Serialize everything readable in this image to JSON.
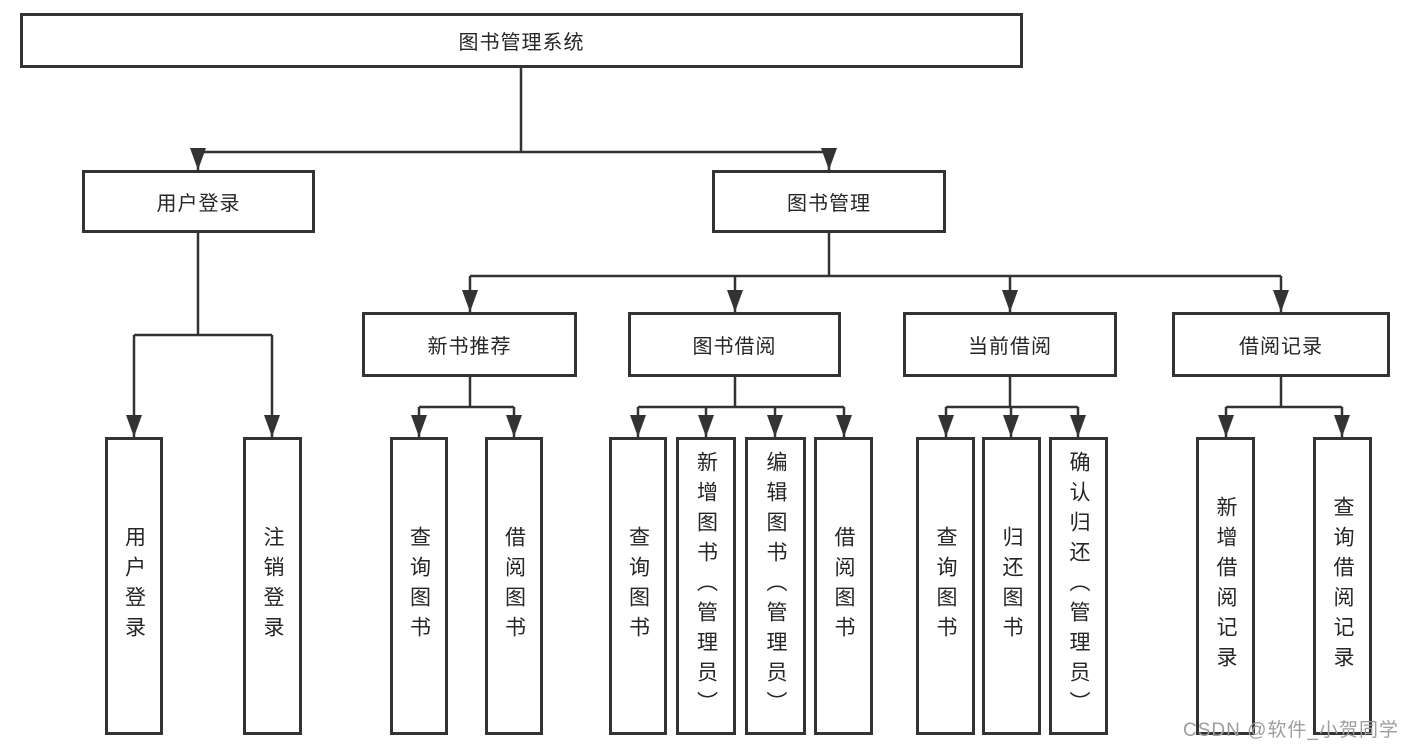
{
  "colors": {
    "line": "#333333",
    "text": "#262626",
    "box_background": "#ffffff",
    "watermark": "#9e9e9e",
    "background": "#ffffff"
  },
  "watermark": {
    "text": "CSDN @软件_小贺同学"
  },
  "tree": {
    "root": {
      "label": "图书管理系统",
      "children": {
        "user_login": {
          "label": "用户登录",
          "children": {
            "login": {
              "label": "用户登录"
            },
            "logout": {
              "label": "注销登录"
            }
          }
        },
        "book_mgmt": {
          "label": "图书管理",
          "children": {
            "new_book_rec": {
              "label": "新书推荐",
              "children": {
                "query_book": {
                  "label": "查询图书"
                },
                "borrow_book": {
                  "label": "借阅图书"
                }
              }
            },
            "book_borrow": {
              "label": "图书借阅",
              "children": {
                "query_book": {
                  "label": "查询图书"
                },
                "add_book": {
                  "label": "新增图书（管理员）"
                },
                "edit_book": {
                  "label": "编辑图书（管理员）"
                },
                "borrow_book": {
                  "label": "借阅图书"
                }
              }
            },
            "current_borrow": {
              "label": "当前借阅",
              "children": {
                "query_book": {
                  "label": "查询图书"
                },
                "return_book": {
                  "label": "归还图书"
                },
                "confirm_return": {
                  "label": "确认归还（管理员）"
                }
              }
            },
            "borrow_record": {
              "label": "借阅记录",
              "children": {
                "add_record": {
                  "label": "新增借阅记录"
                },
                "query_record": {
                  "label": "查询借阅记录"
                }
              }
            }
          }
        }
      }
    }
  }
}
